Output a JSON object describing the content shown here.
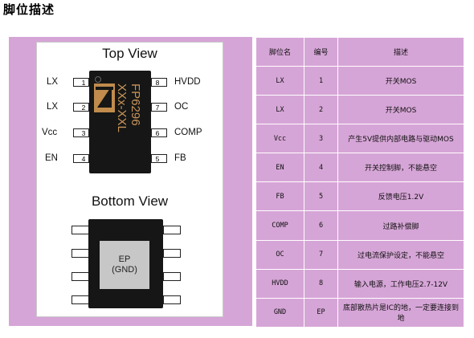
{
  "page": {
    "title": "脚位描述"
  },
  "diagram": {
    "top_view_label": "Top View",
    "bottom_view_label": "Bottom View",
    "part_number": "FP6296",
    "part_suffix": "XXx-XXL",
    "ep_line1": "EP",
    "ep_line2": "(GND)",
    "left_pins": [
      {
        "label": "LX",
        "num": "1"
      },
      {
        "label": "LX",
        "num": "2"
      },
      {
        "label": "Vcc",
        "num": "3"
      },
      {
        "label": "EN",
        "num": "4"
      }
    ],
    "right_pins": [
      {
        "label": "HVDD",
        "num": "8"
      },
      {
        "label": "OC",
        "num": "7"
      },
      {
        "label": "COMP",
        "num": "6"
      },
      {
        "label": "FB",
        "num": "5"
      }
    ],
    "colors": {
      "panel_bg": "#d6a5d7",
      "chip": "#161616",
      "logo": "#c08b4c"
    }
  },
  "pin_table": {
    "headers": [
      "脚位名",
      "编号",
      "描述"
    ],
    "rows": [
      {
        "name": "LX",
        "num": "1",
        "desc": "开关MOS"
      },
      {
        "name": "LX",
        "num": "2",
        "desc": "开关MOS"
      },
      {
        "name": "Vcc",
        "num": "3",
        "desc": "产生5V提供内部电路与驱动MOS"
      },
      {
        "name": "EN",
        "num": "4",
        "desc": "开关控制脚，不能悬空"
      },
      {
        "name": "FB",
        "num": "5",
        "desc": "反馈电压1.2V"
      },
      {
        "name": "COMP",
        "num": "6",
        "desc": "过路补偿脚"
      },
      {
        "name": "OC",
        "num": "7",
        "desc": "过电流保护设定，不能悬空"
      },
      {
        "name": "HVDD",
        "num": "8",
        "desc": "输入电源，工作电压2.7-12V"
      },
      {
        "name": "GND",
        "num": "EP",
        "desc": "底部散热片是IC的地，一定要连接到地"
      }
    ]
  }
}
